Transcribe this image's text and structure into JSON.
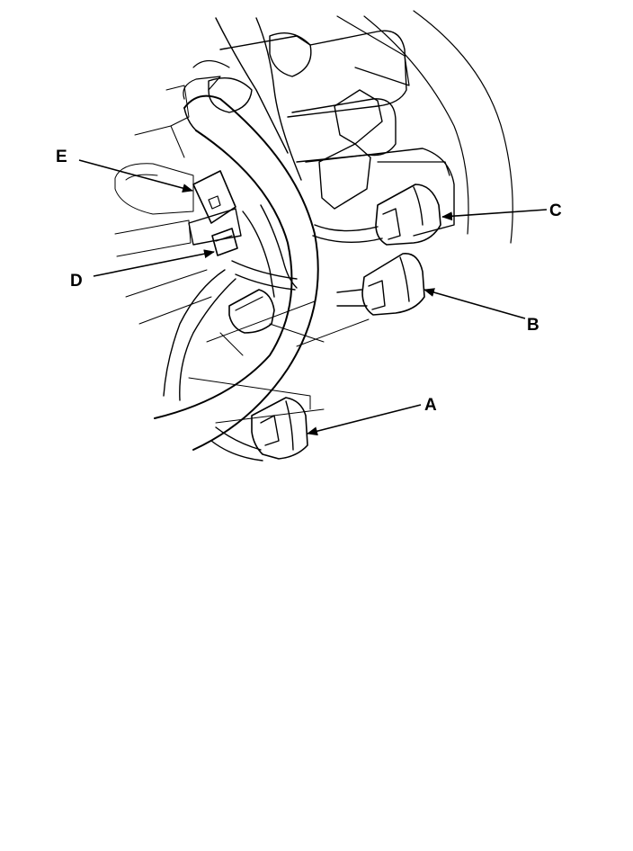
{
  "diagram": {
    "callouts": [
      {
        "id": "A",
        "label": "A",
        "target": "connector-lower"
      },
      {
        "id": "B",
        "label": "B",
        "target": "connector-right-lower"
      },
      {
        "id": "C",
        "label": "C",
        "target": "connector-right-upper"
      },
      {
        "id": "D",
        "label": "D",
        "target": "harness-clip"
      },
      {
        "id": "E",
        "label": "E",
        "target": "harness-bracket"
      }
    ],
    "colors": {
      "ink": "#000000",
      "paper": "#ffffff"
    }
  }
}
